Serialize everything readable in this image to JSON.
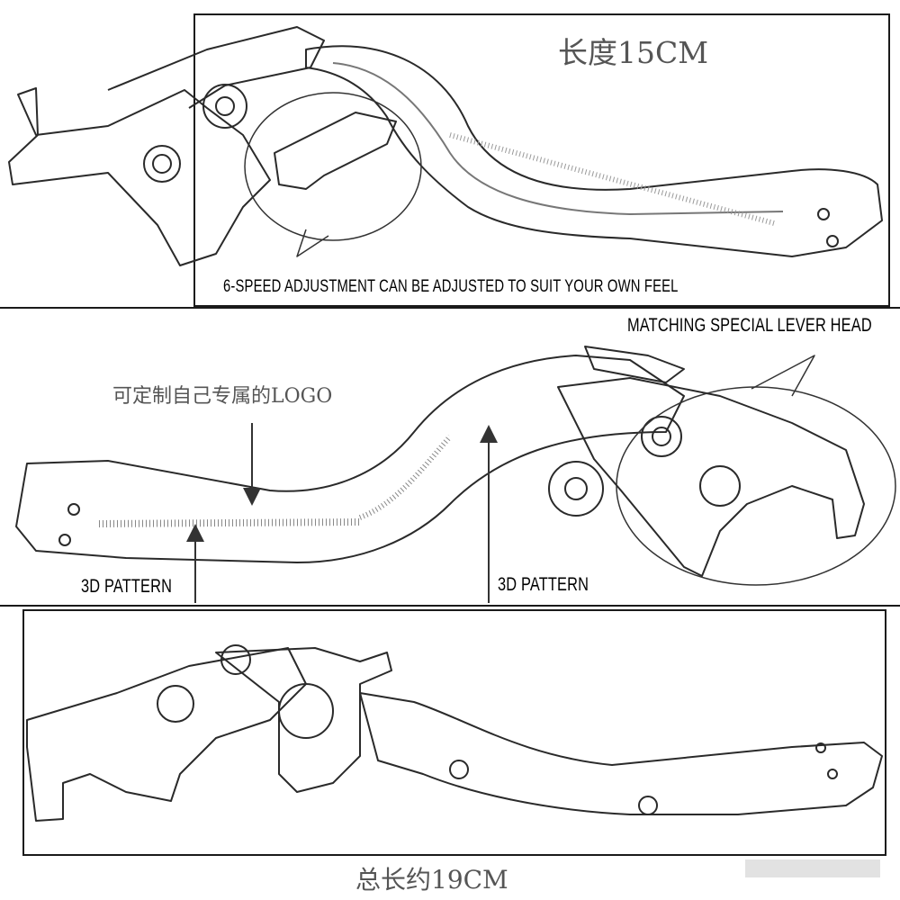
{
  "labels": {
    "top_length": "长度15CM",
    "adjustment_note": "6-SPEED ADJUSTMENT CAN BE ADJUSTED TO SUIT YOUR OWN FEEL",
    "lever_head": "MATCHING SPECIAL LEVER HEAD",
    "custom_logo": "可定制自己专属的LOGO",
    "pattern_left": "3D PATTERN",
    "pattern_right": "3D PATTERN",
    "total_length": "总长约19CM"
  },
  "colors": {
    "line": "#2a2a2a",
    "light_line": "#8a8a8a",
    "border": "#1a1a1a"
  }
}
